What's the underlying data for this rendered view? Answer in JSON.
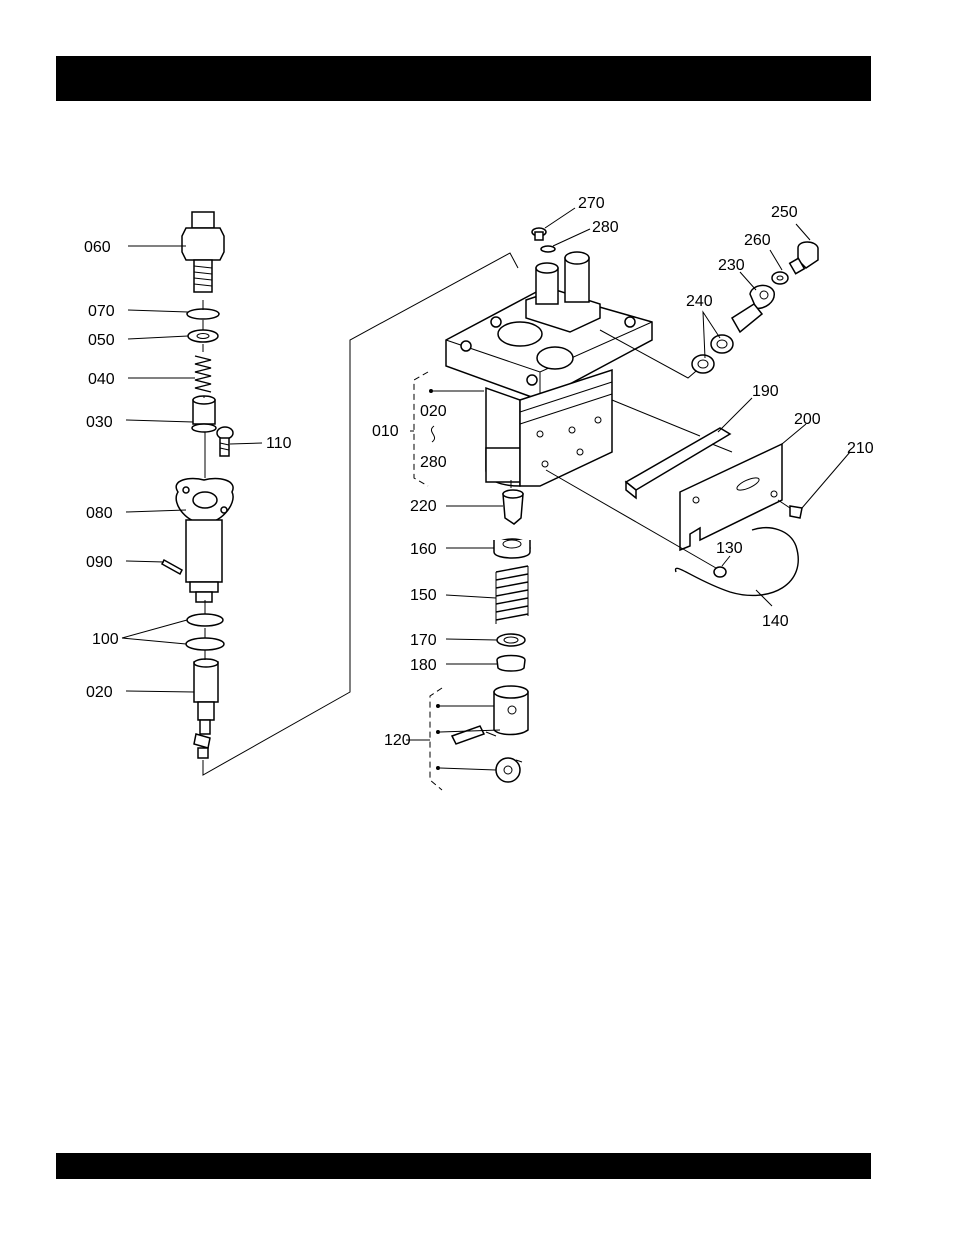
{
  "diagram": {
    "callouts": {
      "c060": "060",
      "c070": "070",
      "c050": "050",
      "c040": "040",
      "c030": "030",
      "c110": "110",
      "c080": "080",
      "c090": "090",
      "c100": "100",
      "c020_left": "020",
      "c270": "270",
      "c280_top": "280",
      "c250": "250",
      "c260": "260",
      "c230": "230",
      "c240": "240",
      "c010": "010",
      "c020_group": "020",
      "c280_group": "280",
      "c190": "190",
      "c200": "200",
      "c210": "210",
      "c220": "220",
      "c160": "160",
      "c150": "150",
      "c130": "130",
      "c140": "140",
      "c170": "170",
      "c180": "180",
      "c120": "120"
    }
  }
}
